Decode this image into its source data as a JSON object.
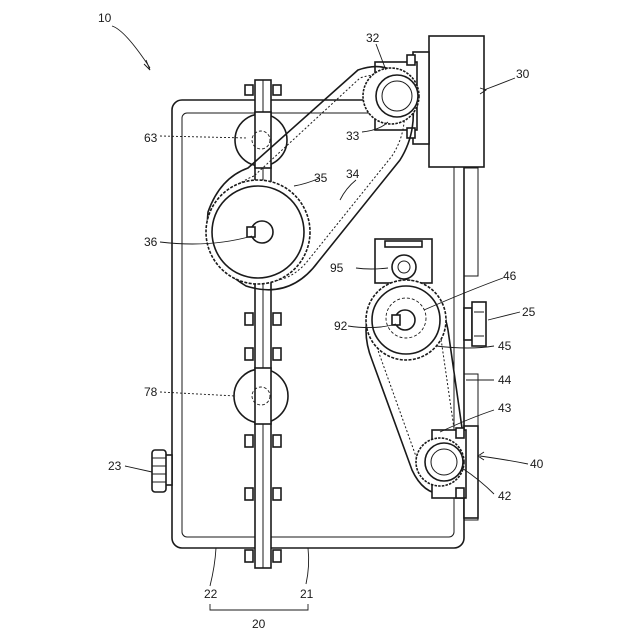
{
  "labels": {
    "assembly": "10",
    "housing": "20",
    "housing_first": "21",
    "housing_second": "22",
    "knob": "23",
    "side_bolt": "25",
    "upper_motor": "30",
    "upper_pulley": "32",
    "upper_motor_bracket": "33",
    "upper_belt": "34",
    "driven_gear": "35",
    "driven_shaft": "36",
    "lower_motor": "40",
    "lower_pulley": "42",
    "lower_motor_bracket": "43",
    "lower_belt": "44",
    "lower_gear": "45",
    "lower_gear_center": "46",
    "upper_hub": "63",
    "lower_hub": "78",
    "lower_shaft": "92",
    "sensor": "95"
  }
}
